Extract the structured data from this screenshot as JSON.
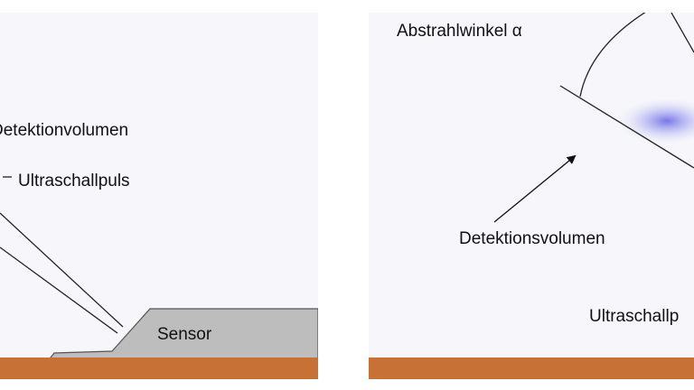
{
  "left_panel": {
    "labels": {
      "detection_volume": "Detektionvolumen",
      "pulse": "Ultraschallpuls",
      "sensor": "Sensor"
    }
  },
  "right_panel": {
    "labels": {
      "angle": "Abstrahlwinkel α",
      "detection_volume": "Detektionsvolumen",
      "pulse": "Ultraschallp"
    }
  },
  "colors": {
    "background": "#f7f7fb",
    "floor": "#c87137",
    "sensor_fill": "#bdbdbd",
    "line": "#222222",
    "detection_glow": "#6f6fe8"
  }
}
